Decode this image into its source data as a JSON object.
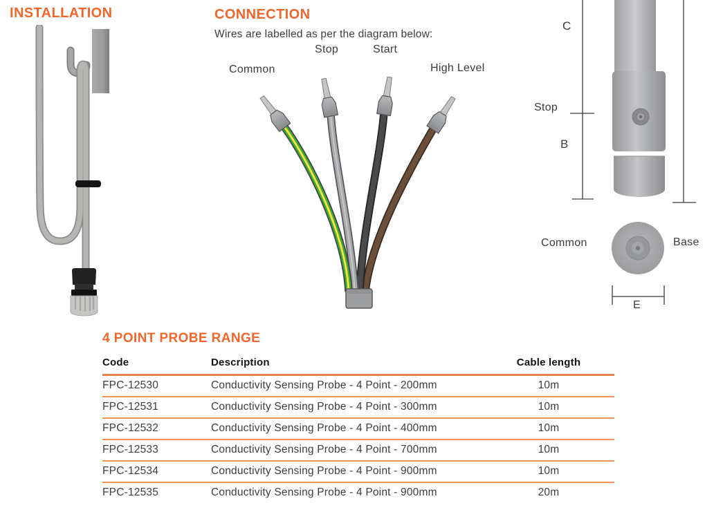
{
  "page": {
    "background": "#ffffff",
    "accent_color": "#f1662b",
    "divider_color": "#e6814a",
    "text_color": "#3c3c3b"
  },
  "installation": {
    "title": "INSTALLATION"
  },
  "connection": {
    "title": "CONNECTION",
    "subtitle": "Wires are labelled as per the diagram below:",
    "wire_labels": [
      {
        "label": "Common",
        "wire_color": "#3ca93c",
        "stripe_color": "#f2e23c"
      },
      {
        "label": "Stop",
        "wire_color": "#a7a8aa"
      },
      {
        "label": "Start",
        "wire_color": "#4a4a4c"
      },
      {
        "label": "High Level",
        "wire_color": "#6b4f3a"
      }
    ]
  },
  "probe_detail": {
    "labels": {
      "upper_dimension": "C",
      "stop_marker": "Stop",
      "lower_dimension": "B",
      "base_left": "Common",
      "base_right": "Base",
      "base_width_dimension": "E"
    }
  },
  "probe_range": {
    "title": "4 POINT PROBE RANGE",
    "columns": [
      "Code",
      "Description",
      "Cable length"
    ],
    "rows": [
      {
        "code": "FPC-12530",
        "description": "Conductivity Sensing Probe - 4 Point - 200mm",
        "cable_length": "10m"
      },
      {
        "code": "FPC-12531",
        "description": "Conductivity Sensing Probe - 4 Point - 300mm",
        "cable_length": "10m"
      },
      {
        "code": "FPC-12532",
        "description": "Conductivity Sensing Probe - 4 Point - 400mm",
        "cable_length": "10m"
      },
      {
        "code": "FPC-12533",
        "description": "Conductivity Sensing Probe - 4 Point - 700mm",
        "cable_length": "10m"
      },
      {
        "code": "FPC-12534",
        "description": "Conductivity Sensing Probe - 4 Point - 900mm",
        "cable_length": "10m"
      },
      {
        "code": "FPC-12535",
        "description": "Conductivity Sensing Probe - 4 Point - 900mm",
        "cable_length": "20m"
      }
    ]
  }
}
